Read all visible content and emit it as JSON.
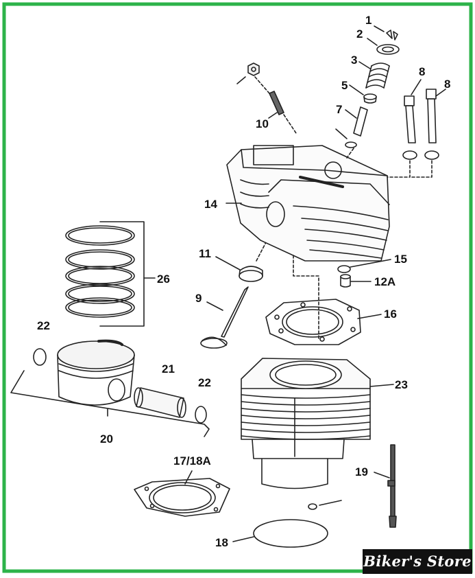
{
  "border_color": "#2db34a",
  "badge": {
    "text": "Biker's Store",
    "bg": "#111111",
    "fg": "#ffffff"
  },
  "callouts": [
    "1",
    "2",
    "3",
    "5",
    "7",
    "8",
    "8",
    "10",
    "14",
    "11",
    "9",
    "15",
    "12A",
    "16",
    "26",
    "22",
    "21",
    "22",
    "20",
    "23",
    "17/18A",
    "19",
    "18"
  ]
}
